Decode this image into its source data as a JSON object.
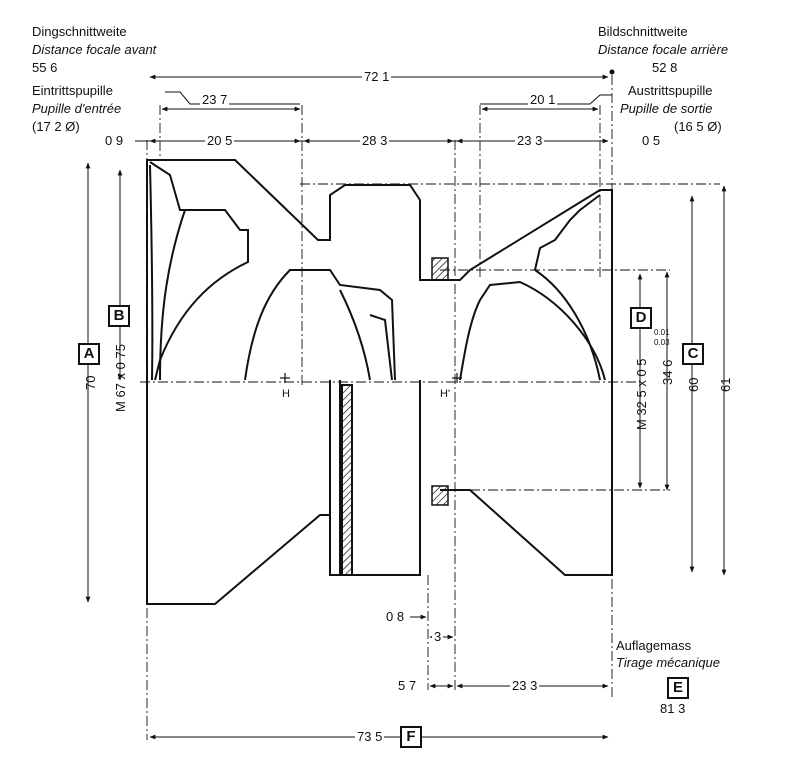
{
  "front_focal": {
    "label_de": "Dingschnittweite",
    "label_fr": "Distance focale avant",
    "value": "55 6"
  },
  "back_focal": {
    "label_de": "Bildschnittweite",
    "label_fr": "Distance focale arrière",
    "value": "52 8"
  },
  "entrance_pupil": {
    "label_de": "Eintrittspupille",
    "label_fr": "Pupille d'entrée",
    "diameter": "(17 2 Ø)"
  },
  "exit_pupil": {
    "label_de": "Austrittspupille",
    "label_fr": "Pupille de sortie",
    "diameter": "(16 5 Ø)"
  },
  "flange": {
    "label_de": "Auflagemass",
    "label_fr": "Tirage mécanique",
    "value": "81 3",
    "box": "E"
  },
  "dims": {
    "overall_top": "72 1",
    "entrance_offset": "23 7",
    "exit_offset": "20 1",
    "d09": "0 9",
    "d205": "20 5",
    "d283": "28 3",
    "d233_top": "23 3",
    "d05": "0 5",
    "d08": "0 8",
    "d3": "3",
    "d57": "5 7",
    "d233_bottom": "23 3",
    "length": "73 5",
    "length_box": "F"
  },
  "left_vertical": {
    "diam_a": "70",
    "box_a": "A",
    "thread": "M 67 x 0 75",
    "box_b": "B"
  },
  "right_vertical": {
    "thread": "M 32 5 x 0 5",
    "diam_inner": "34 6",
    "tol_upper": "0.01",
    "tol_lower": "0.03",
    "box_d": "D",
    "diam_c": "60",
    "box_c": "C",
    "diam_outer": "61"
  },
  "principal_marks": {
    "h_left": "H",
    "h_right": "H'"
  }
}
